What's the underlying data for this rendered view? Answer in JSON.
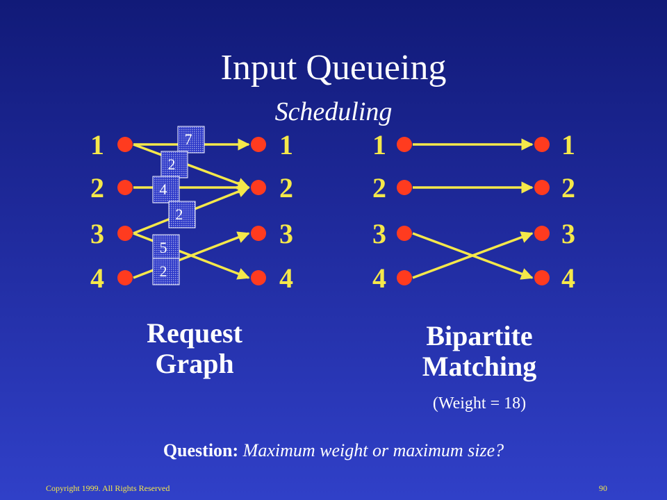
{
  "title": "Input Queueing",
  "subtitle": "Scheduling",
  "request_graph": {
    "caption_line1": "Request",
    "caption_line2": "Graph",
    "inputs": [
      "1",
      "2",
      "3",
      "4"
    ],
    "outputs": [
      "1",
      "2",
      "3",
      "4"
    ],
    "edges": [
      {
        "from": "1",
        "to": "1",
        "weight": "7"
      },
      {
        "from": "1",
        "to": "2",
        "weight": "2"
      },
      {
        "from": "2",
        "to": "2",
        "weight": "4"
      },
      {
        "from": "3",
        "to": "2",
        "weight": "2"
      },
      {
        "from": "3",
        "to": "4",
        "weight": "5"
      },
      {
        "from": "4",
        "to": "3",
        "weight": "2"
      }
    ]
  },
  "bipartite_matching": {
    "caption_line1": "Bipartite",
    "caption_line2": "Matching",
    "weight_note": "(Weight = 18)",
    "inputs": [
      "1",
      "2",
      "3",
      "4"
    ],
    "outputs": [
      "1",
      "2",
      "3",
      "4"
    ],
    "edges": [
      {
        "from": "1",
        "to": "1"
      },
      {
        "from": "2",
        "to": "2"
      },
      {
        "from": "3",
        "to": "4"
      },
      {
        "from": "4",
        "to": "3"
      }
    ]
  },
  "question": {
    "label": "Question:",
    "text": "Maximum weight or maximum size?"
  },
  "footer": {
    "copyright": "Copyright 1999. All Rights Reserved",
    "page_number": "90"
  },
  "colors": {
    "node": "#ff3b1f",
    "edge": "#f5e84a",
    "label": "#f5e84a",
    "text": "#ffffff",
    "weight_box": "#3a4ad8"
  }
}
